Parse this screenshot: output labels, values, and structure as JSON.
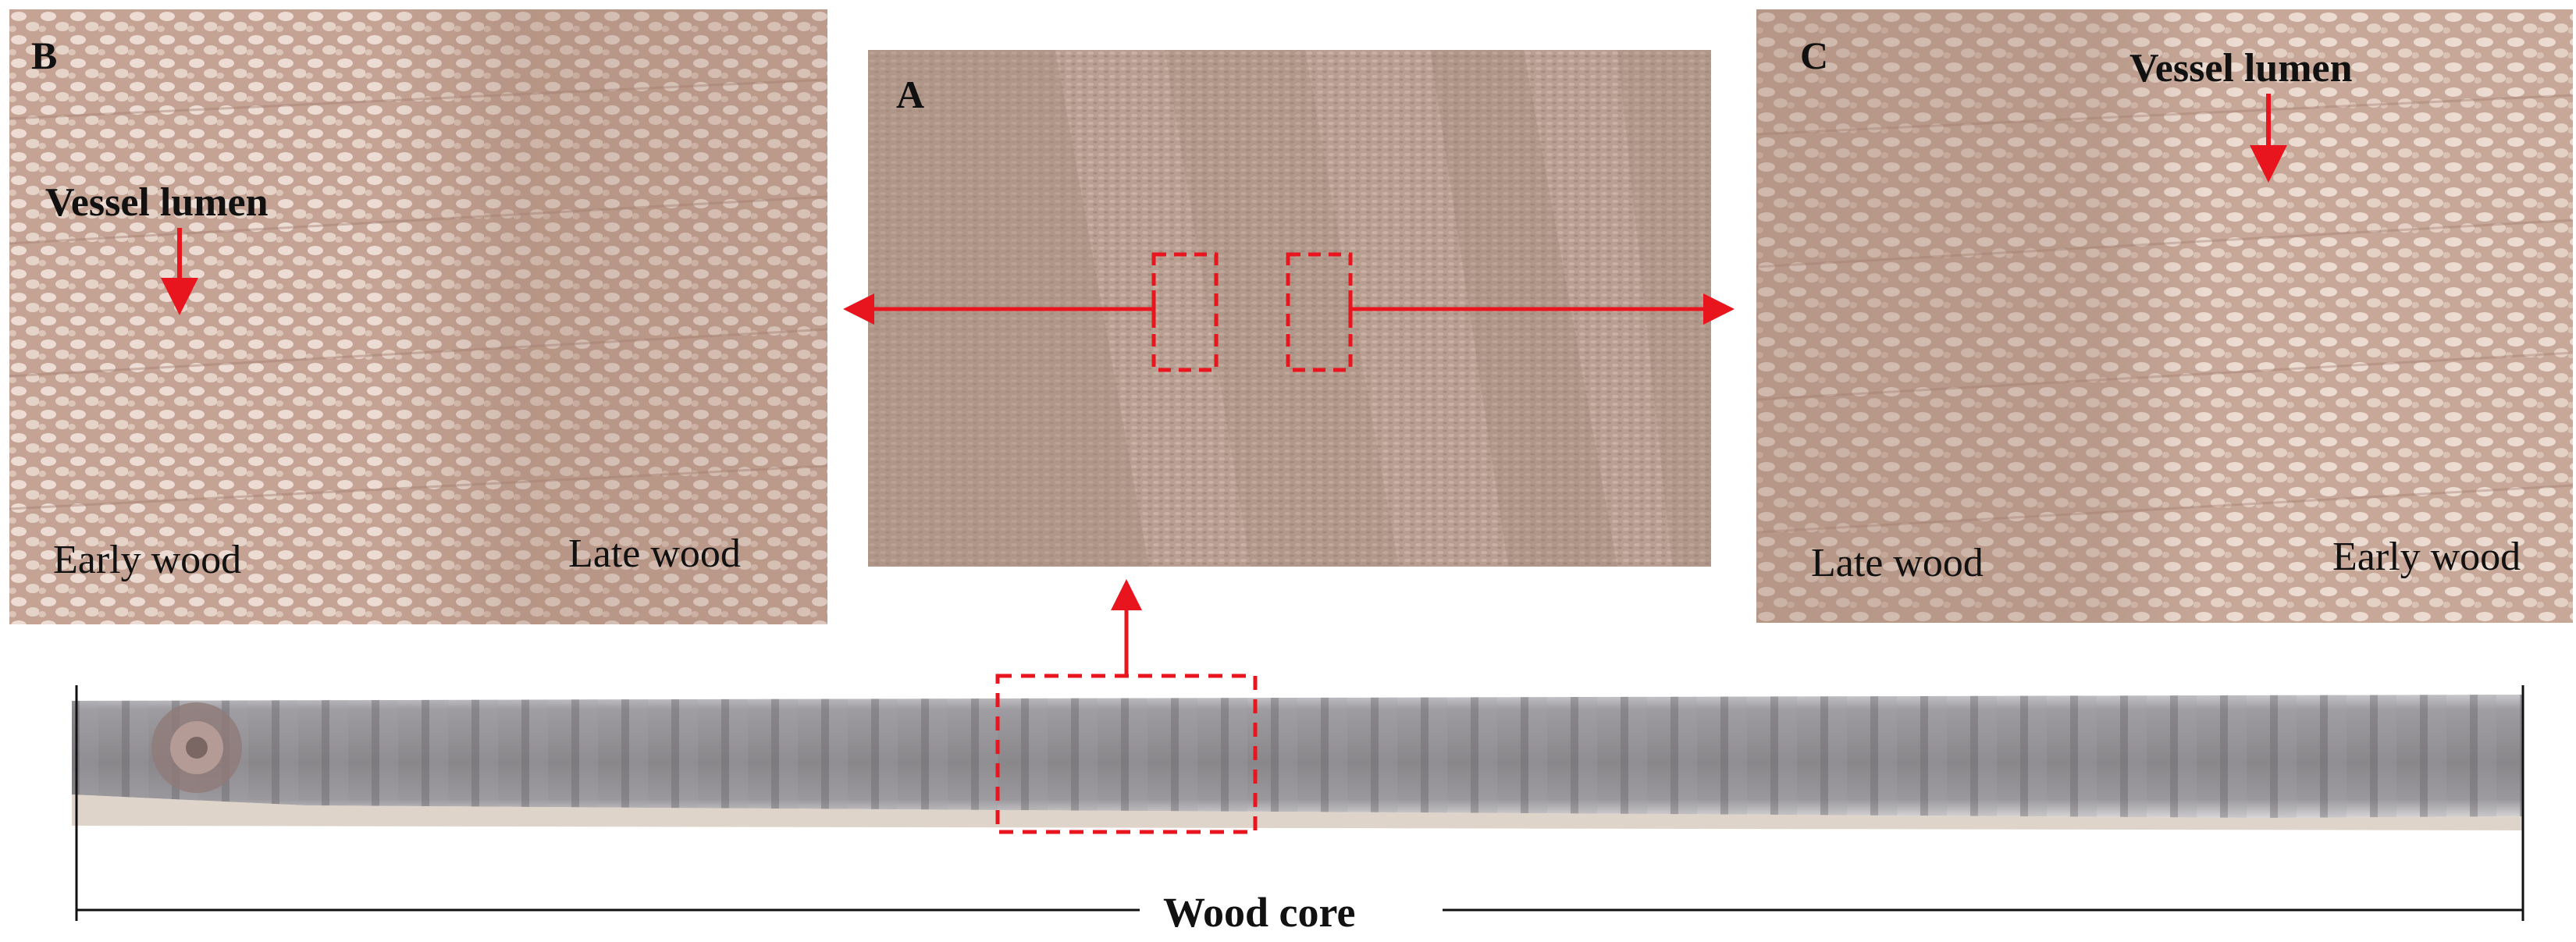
{
  "panels": {
    "a": {
      "letter": "A"
    },
    "b": {
      "letter": "B",
      "vessel_label": "Vessel lumen",
      "left_label": "Early wood",
      "right_label": "Late wood"
    },
    "c": {
      "letter": "C",
      "vessel_label": "Vessel lumen",
      "left_label": "Late wood",
      "right_label": "Early wood"
    }
  },
  "core": {
    "title": "Wood core"
  },
  "colors": {
    "annotation_red": "#e8141e",
    "panel_b_base": "#c9a99a",
    "panel_a_base": "#b59c8e",
    "panel_c_base": "#c8aa9c",
    "core_grey": "#8f8d90"
  }
}
